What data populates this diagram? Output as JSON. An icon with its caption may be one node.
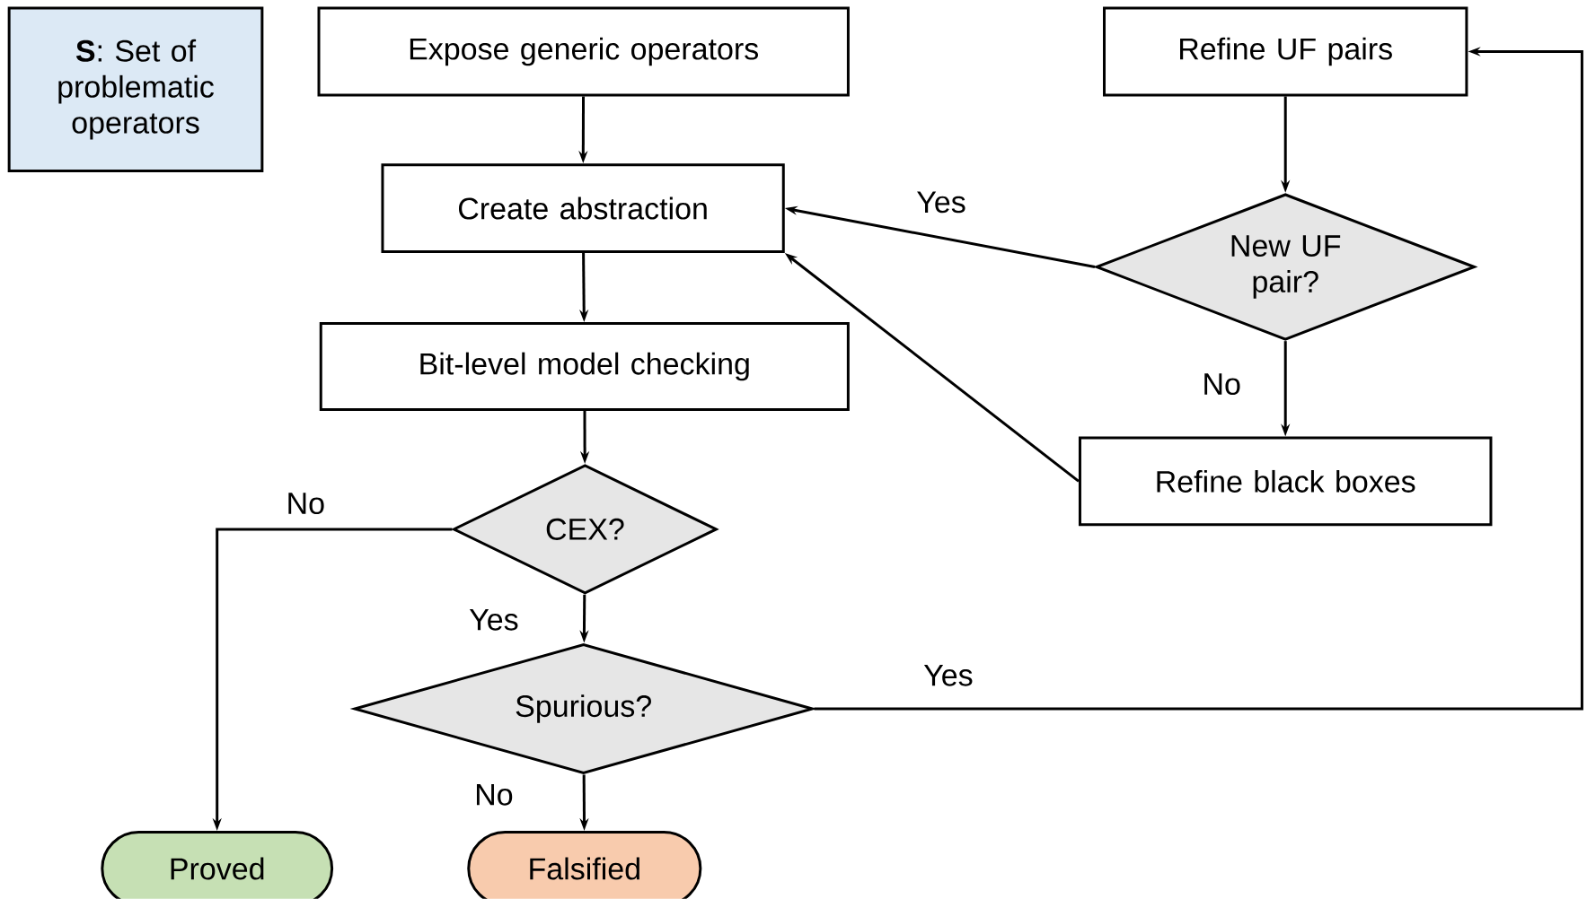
{
  "diagram": {
    "nodes": [
      {
        "text": [
          "**S**: Set of problematic operators"
        ]
      },
      {
        "text": [
          "Expose generic operators"
        ]
      },
      {
        "text": [
          "Create abstraction"
        ]
      },
      {
        "text": [
          "Bit-level model checking"
        ]
      },
      {
        "text": [
          "CEX?"
        ]
      },
      {
        "text": [
          "Spurious?"
        ]
      },
      {
        "text": [
          "Proved"
        ]
      },
      {
        "text": [
          "Falsified"
        ]
      },
      {
        "text": [
          "Refine UF pairs"
        ]
      },
      {
        "text": [
          "New UF pair?"
        ]
      },
      {
        "text": [
          "Refine black boxes"
        ]
      }
    ],
    "edges": [
      {
        "from": 1,
        "to": 2,
        "arrow": "to"
      },
      {
        "from": 2,
        "to": 3,
        "arrow": "to"
      },
      {
        "from": 3,
        "to": 4,
        "arrow": "to"
      },
      {
        "from": 4,
        "to": 6,
        "arrow": "to",
        "label": "No"
      },
      {
        "from": 4,
        "to": 5,
        "arrow": "to",
        "label": "Yes"
      },
      {
        "from": 5,
        "to": 7,
        "arrow": "to",
        "label": "No"
      },
      {
        "from": 5,
        "to": 8,
        "arrow": "to",
        "label": "Yes"
      },
      {
        "from": 8,
        "to": 9,
        "arrow": "to"
      },
      {
        "from": 9,
        "to": 2,
        "arrow": "to",
        "label": "Yes"
      },
      {
        "from": 9,
        "to": 10,
        "arrow": "to",
        "label": "No"
      },
      {
        "from": 10,
        "to": 2,
        "arrow": "to"
      }
    ]
  }
}
